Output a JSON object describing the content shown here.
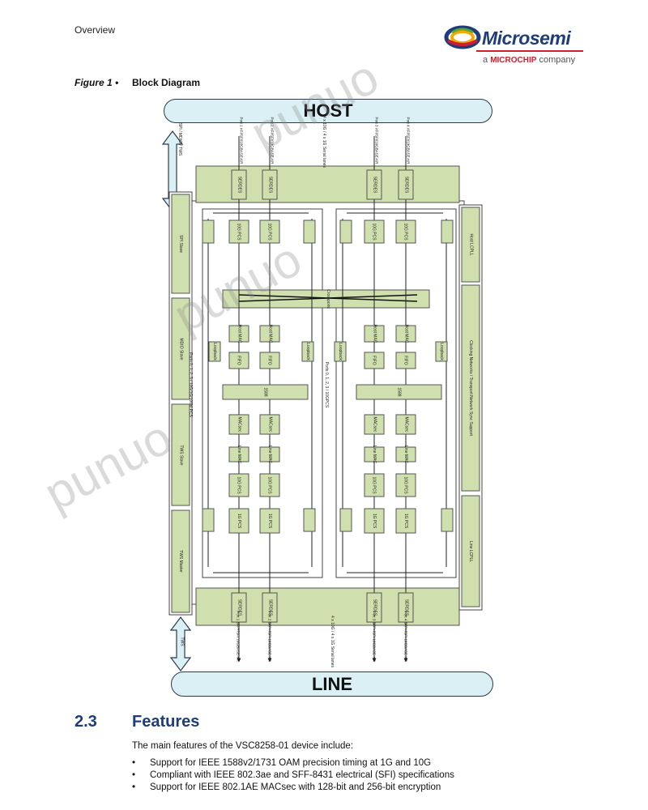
{
  "header": {
    "section": "Overview"
  },
  "logo": {
    "brand": "Microsemi",
    "tag_prefix": "a",
    "tag_brand": "MICROCHIP",
    "tag_suffix": "company"
  },
  "figure": {
    "label": "Figure 1 •",
    "title": "Block Diagram",
    "host_label": "HOST",
    "line_label": "LINE",
    "top_ports": [
      "Port 1 XFI/SFI/10GBASE-KR",
      "Port 2 XFI/SFI/10GBASE-KR",
      "Port 3 XFI/SFI/10GBASE-KR",
      "Port 4 XFI/SFI/10GBASE-KR"
    ],
    "bottom_ports": [
      "Port 1 SFP+/SFI 10GBASE-KR",
      "Port 2 SFP+/SFI 10GBASE-KR",
      "Port 3 SFP+/SFI 10GBASE-KR",
      "Port 4 SFP+/SFI 10GBASE-KR"
    ],
    "serial_lanes": "4 x 10G / 4 x 1G Serial lanes",
    "host_interface": "SPI / MDIO / TWS",
    "line_interface": "TWS",
    "serdes": "SERDES",
    "pcs_10g": "10G PCS",
    "pcs_1g": "1G PCS",
    "crosspoint": "Crosspoint",
    "host_mac": "Host MAC",
    "line_mac": "Line MAC",
    "macsec": "MACsec",
    "ts": "1588",
    "fifo": "FIFO",
    "loopback": "Loopback",
    "left_side": [
      "SPI Slave",
      "MDIO Slave",
      "TWS Slave",
      "TWS Master"
    ],
    "right_side": [
      "Host LCPLL",
      "Clocking Networks / Transport Network Sync Support",
      "Line LCPLL"
    ],
    "center_left": "Ports 0, 1, 2, 3 / 10G/1G/100M PCS",
    "center_right": "Ports 0, 1, 2, 3 / 10GPCS"
  },
  "section": {
    "number": "2.3",
    "title": "Features",
    "intro": "The main features of the VSC8258-01 device include:",
    "bullets": [
      "Support for IEEE 1588v2/1731 OAM precision timing at 1G and 10G",
      "Compliant with IEEE 802.3ae and SFF-8431 electrical (SFI) specifications",
      "Support for IEEE 802.1AE MACsec with 128-bit and 256-bit encryption"
    ]
  },
  "watermark": {
    "text": "punuo"
  },
  "colors": {
    "accent": "#1f3d7a",
    "block_fill": "#cfe0ae",
    "bus_fill": "#daf0f5",
    "logo_red": "#cf1f2e"
  }
}
